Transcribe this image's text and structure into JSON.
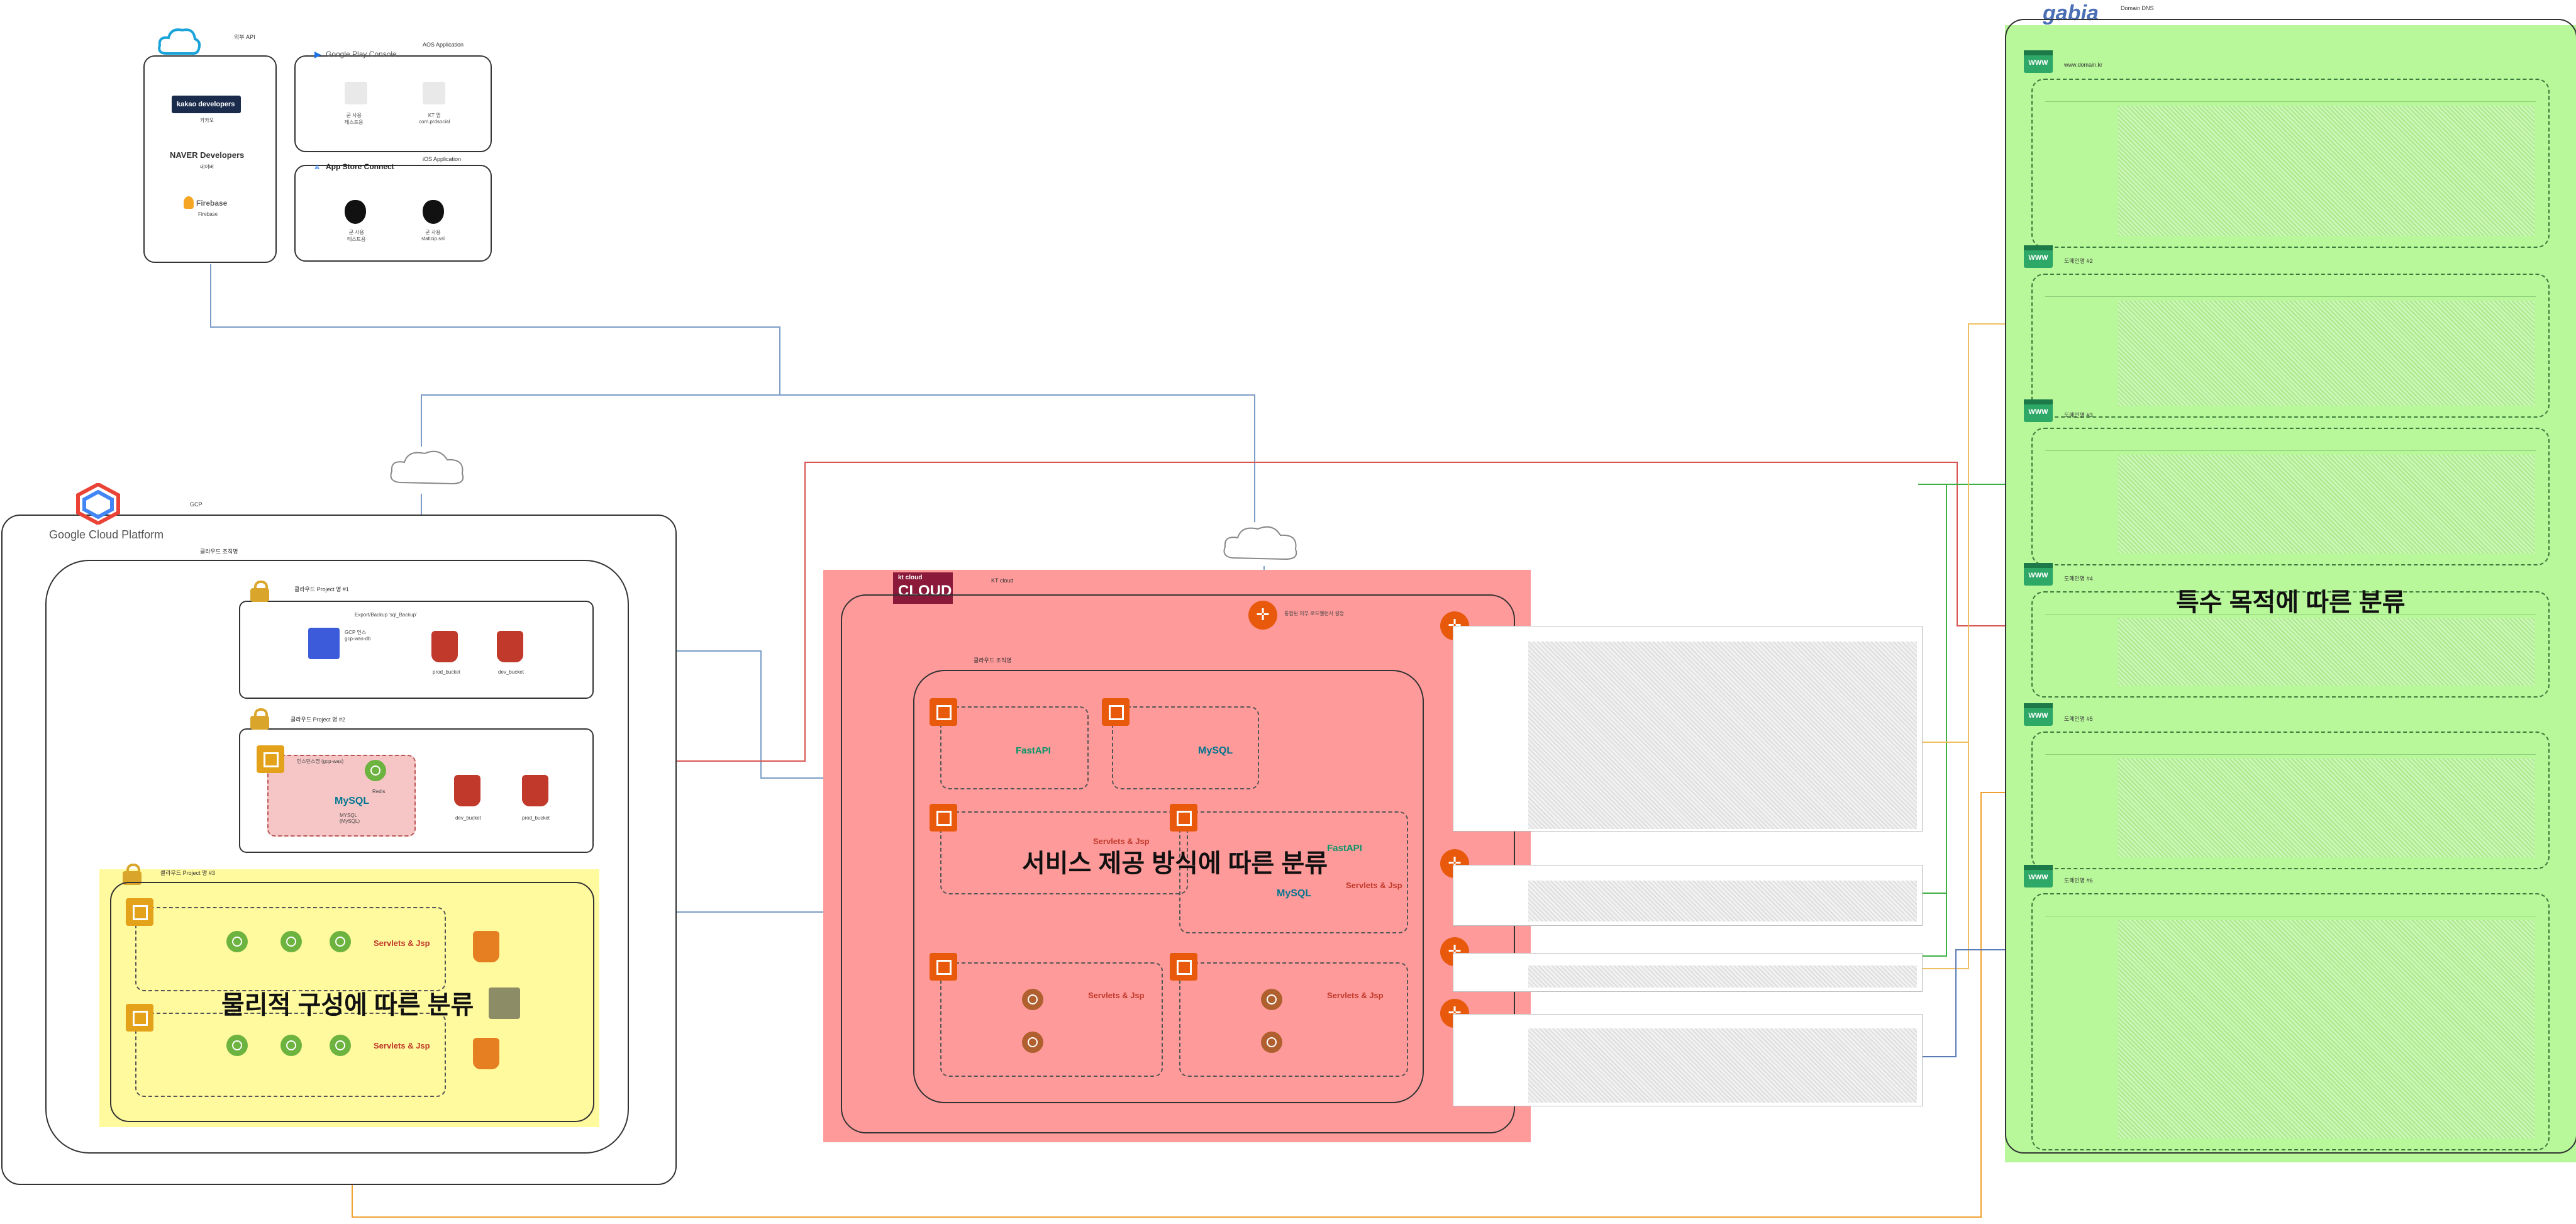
{
  "titles": {
    "physical": "물리적 구성에 따른 분류",
    "service": "서비스 제공 방식에 따른 분류",
    "special": "특수 목적에 따른 분류"
  },
  "external": {
    "label": "외부 API",
    "kakao": "kakao developers",
    "kakao_sub": "카카오",
    "naver": "NAVER Developers",
    "naver_sub": "네이버",
    "firebase": "Firebase",
    "firebase_sub": "Firebase"
  },
  "aos": {
    "label": "AOS Application",
    "console": "Google Play Console",
    "app1": "쿤 사용\n테스트용",
    "app2": "KT 앱\ncom.prdsocial"
  },
  "ios": {
    "label": "iOS Application",
    "console": "App Store Connect",
    "app1": "쿤 사용\n테스트용",
    "app2": "쿤 사용\nstaticip.ssl"
  },
  "gcp": {
    "title": "GCP",
    "logo": "Google Cloud Platform",
    "org": "클라우드 조직명",
    "proj_a": "클라우드 Project 명 #1",
    "proj_b": "클라우드 Project 명 #2",
    "proj_c": "클라우드 Project 명 #3",
    "export_note": "Export/Backup 'sql_Backup'",
    "sql_note": "GCP 인스\ngcp-was-db",
    "bucket_prod": "prod_bucket",
    "bucket_dev": "dev_bucket",
    "mysql_label": "MySQL",
    "inst_note": "인스턴스명 (gcp-was)",
    "mysql_sub": "MYSQL\n(MySQL)",
    "redis": "Redis"
  },
  "ktcloud": {
    "title": "KT cloud",
    "logo_top": "kt cloud",
    "logo": "CLOUD",
    "inner": "클라우드 조직명",
    "lb_note": "통합된 외부 로드밸런서 설정",
    "fastapi": "FastAPI",
    "servlets": "Servlets & Jsp",
    "mysql": "MySQL"
  },
  "gabia": {
    "logo": "gabia",
    "label": "Domain DNS"
  },
  "dns_panels": [
    {
      "name": "www.domain.kr"
    },
    {
      "name": "도메인명 #2"
    },
    {
      "name": "도메인명 #3"
    },
    {
      "name": "도메인명 #4"
    },
    {
      "name": "도메인명 #5"
    },
    {
      "name": "도메인명 #6"
    }
  ],
  "colors": {
    "physical_bg": "#fffa9e",
    "service_bg": "#ff9a9a",
    "special_bg": "#b8f79a",
    "blue_line": "#7a9cc6",
    "red_line": "#d9534f",
    "green_line": "#3cb043",
    "orange_line": "#f0a030"
  }
}
